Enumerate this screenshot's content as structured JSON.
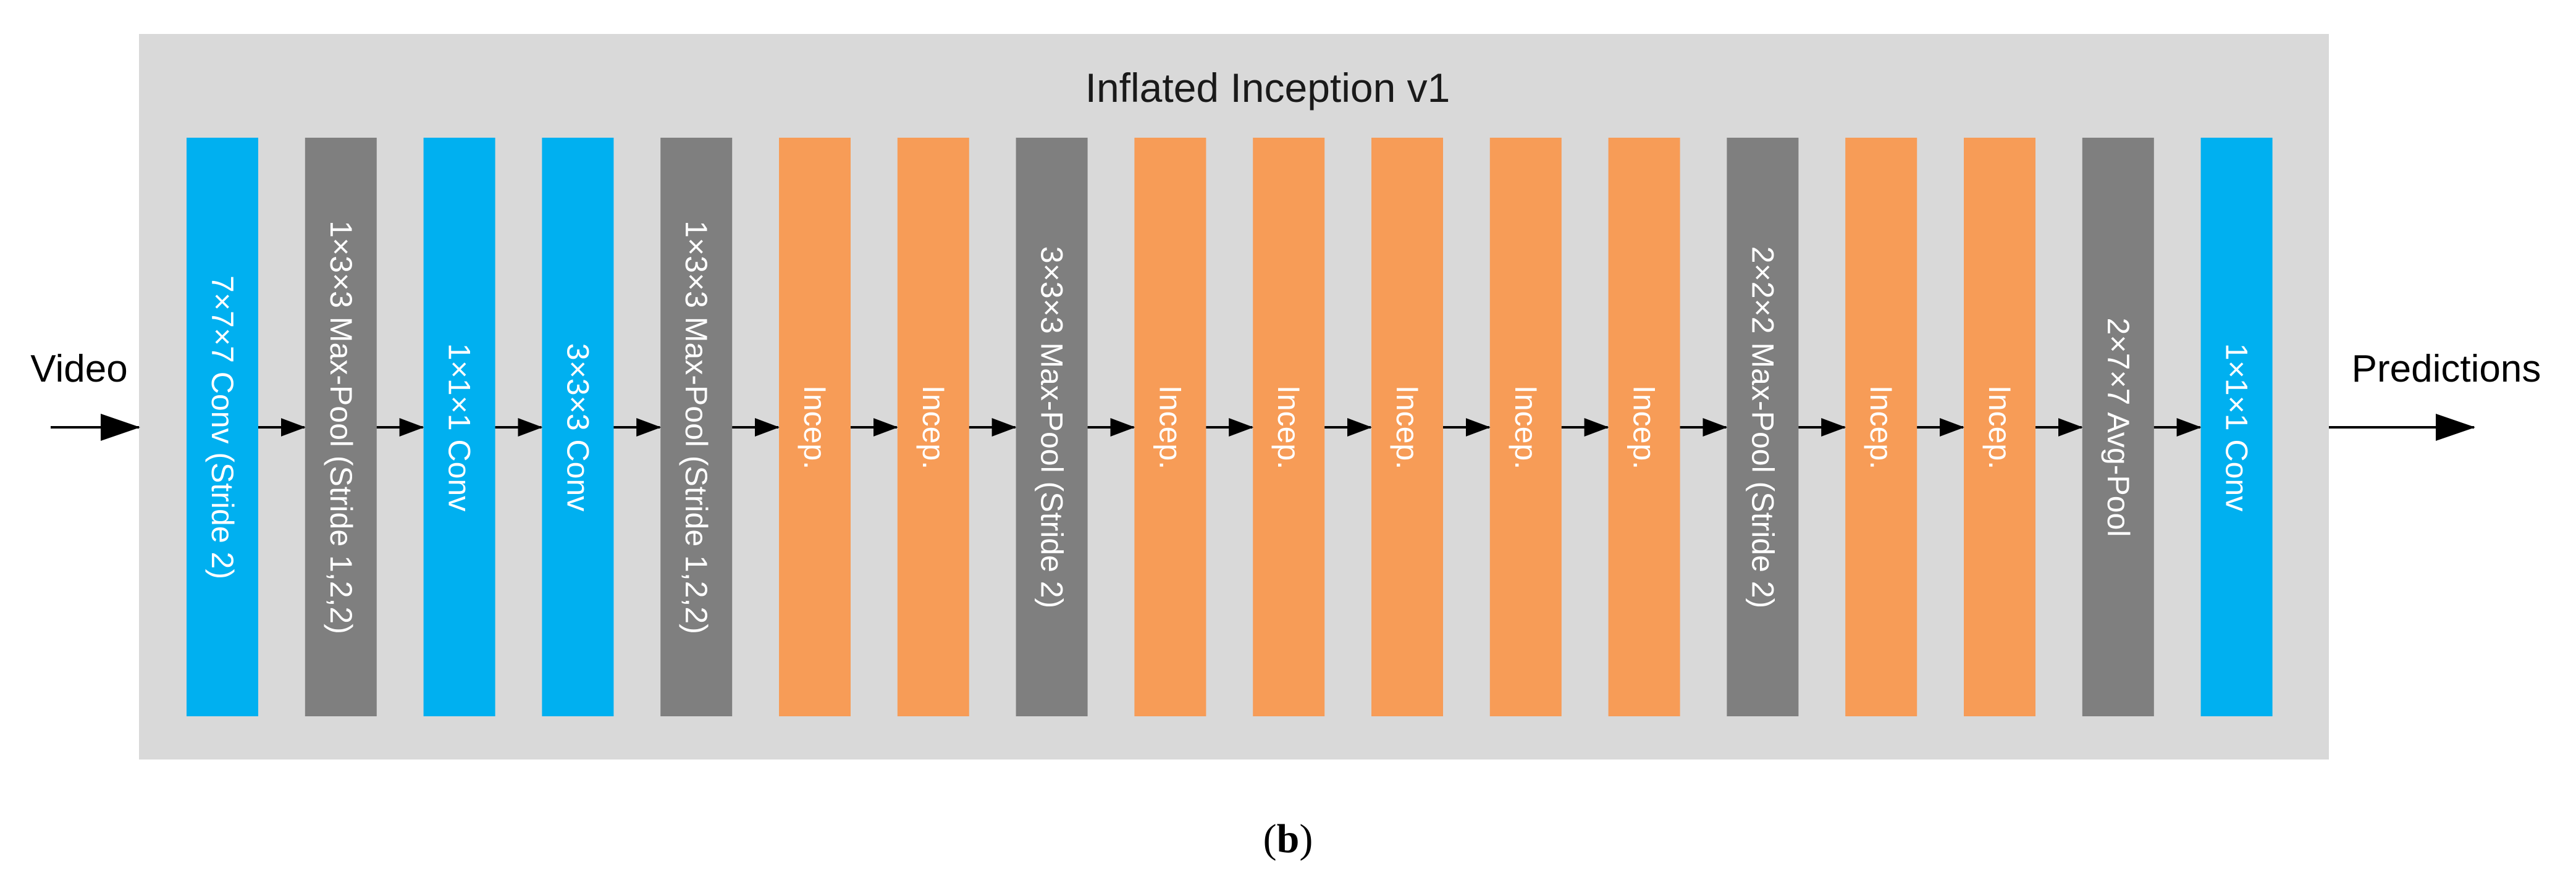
{
  "diagram": {
    "title": "Inflated Inception v1",
    "input_label": "Video",
    "output_label": "Predictions",
    "caption": {
      "open": "(",
      "letter": "b",
      "close": ")"
    },
    "colors": {
      "panel": "#d9d9d9",
      "conv": "#00b0f0",
      "pool": "#7f7f7f",
      "incep": "#f79c57",
      "arrow": "#000000"
    },
    "blocks": [
      {
        "label": "7×7×7 Conv (Stride 2)",
        "kind": "conv"
      },
      {
        "label": "1×3×3 Max-Pool (Stride 1,2,2)",
        "kind": "pool"
      },
      {
        "label": "1×1×1 Conv",
        "kind": "conv"
      },
      {
        "label": "3×3×3 Conv",
        "kind": "conv"
      },
      {
        "label": "1×3×3 Max-Pool (Stride 1,2,2)",
        "kind": "pool"
      },
      {
        "label": "Incep.",
        "kind": "incep"
      },
      {
        "label": "Incep.",
        "kind": "incep"
      },
      {
        "label": "3×3×3 Max-Pool (Stride 2)",
        "kind": "pool"
      },
      {
        "label": "Incep.",
        "kind": "incep"
      },
      {
        "label": "Incep.",
        "kind": "incep"
      },
      {
        "label": "Incep.",
        "kind": "incep"
      },
      {
        "label": "Incep.",
        "kind": "incep"
      },
      {
        "label": "Incep.",
        "kind": "incep"
      },
      {
        "label": "2×2×2 Max-Pool (Stride 2)",
        "kind": "pool"
      },
      {
        "label": "Incep.",
        "kind": "incep"
      },
      {
        "label": "Incep.",
        "kind": "incep"
      },
      {
        "label": "2×7×7 Avg-Pool",
        "kind": "pool"
      },
      {
        "label": "1×1×1 Conv",
        "kind": "conv"
      }
    ]
  }
}
